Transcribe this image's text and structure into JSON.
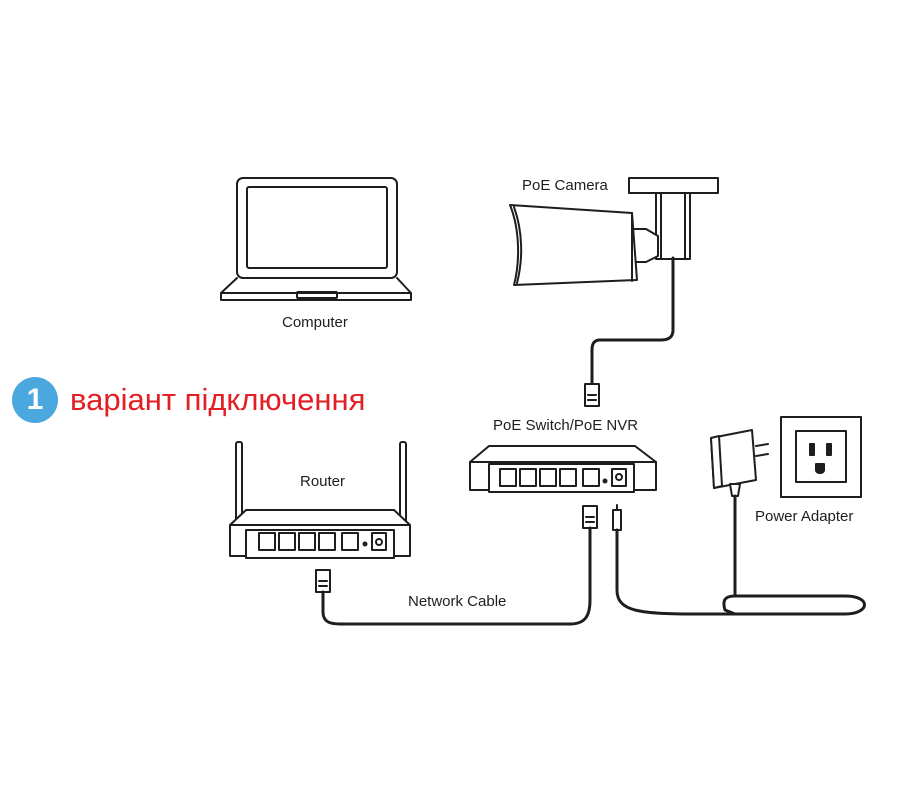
{
  "labels": {
    "computer": "Computer",
    "camera": "PoE Camera",
    "switch": "PoE Switch/PoE NVR",
    "router": "Router",
    "adapter": "Power Adapter",
    "cable": "Network Cable"
  },
  "variant": {
    "number": "1",
    "text": "варіант підключення"
  },
  "colors": {
    "badge": "#4aa8de",
    "variant_text": "#e31e24",
    "lines": "#1e1e1e"
  }
}
